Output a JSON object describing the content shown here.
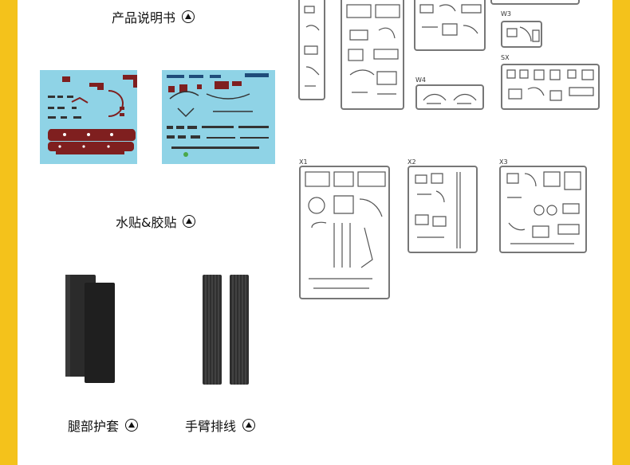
{
  "labels": {
    "manual": "产品说明书",
    "decals": "水贴&胶贴",
    "leg_covers": "腿部护套",
    "arm_cables": "手臂排线"
  },
  "sprue_tags": {
    "w3": "W3",
    "sx": "SX",
    "w4": "W4",
    "x1": "X1",
    "x2": "X2",
    "x3": "X3"
  },
  "colors": {
    "frame": "#f4c21b",
    "decal_bg": "#8fd3e6",
    "decal_red": "#7f1f1f",
    "black": "#2b2b2b"
  }
}
